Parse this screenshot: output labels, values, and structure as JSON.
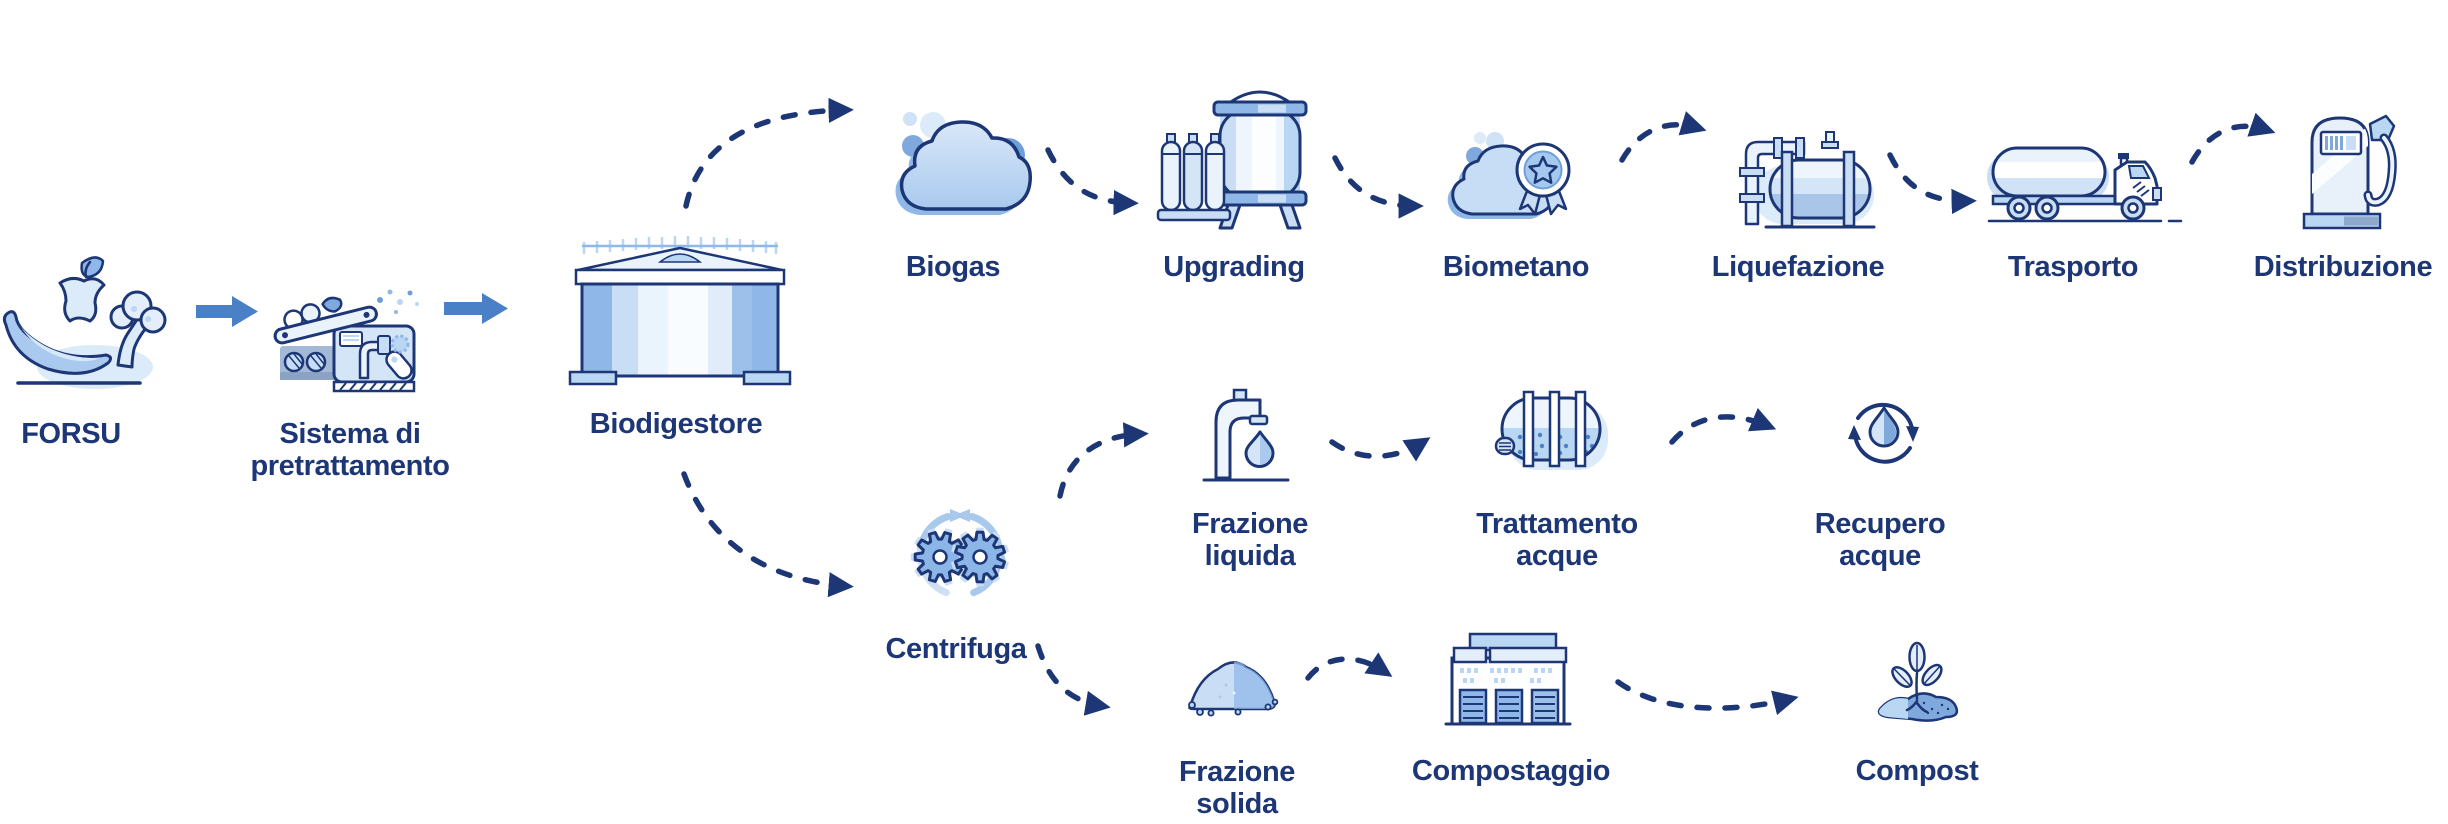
{
  "diagram_subject": "Biogas / biomethane FORSU process flow",
  "colors": {
    "text_navy": "#1d3776",
    "dashed_arrow": "#1d3776",
    "solid_arrow": "#4a80c6",
    "fill_dark_blue": "#6f9fd8",
    "fill_mid_blue": "#8fb8e8",
    "fill_light_blue": "#b9d6f2",
    "fill_pale_blue": "#d4e5f7",
    "fill_faint_blue": "#eaf2fb",
    "background": "#ffffff"
  },
  "nodes": {
    "forsu": {
      "label": "FORSU",
      "icon": "food-waste-icon"
    },
    "pretrattamento": {
      "line1": "Sistema di",
      "line2": "pretrattamento",
      "icon": "pretreatment-machine-icon"
    },
    "biodigestore": {
      "label": "Biodigestore",
      "icon": "digester-tank-icon"
    },
    "biogas": {
      "label": "Biogas",
      "icon": "gas-cloud-icon"
    },
    "upgrading": {
      "label": "Upgrading",
      "icon": "upgrading-plant-icon"
    },
    "biometano": {
      "label": "Biometano",
      "icon": "certified-gas-cloud-icon"
    },
    "liquefazione": {
      "label": "Liquefazione",
      "icon": "liquefaction-tank-icon"
    },
    "trasporto": {
      "label": "Trasporto",
      "icon": "tanker-truck-icon"
    },
    "distribuzione": {
      "label": "Distribuzione",
      "icon": "fuel-pump-icon"
    },
    "centrifuga": {
      "label": "Centrifuga",
      "icon": "centrifuge-gears-icon"
    },
    "frazione_liquida": {
      "line1": "Frazione",
      "line2": "liquida",
      "icon": "faucet-drop-icon"
    },
    "trattamento_acque": {
      "line1": "Trattamento",
      "line2": "acque",
      "icon": "water-treatment-tank-icon"
    },
    "recupero_acque": {
      "line1": "Recupero",
      "line2": "acque",
      "icon": "water-recycle-icon"
    },
    "frazione_solida": {
      "line1": "Frazione",
      "line2": "solida",
      "icon": "solid-pile-icon"
    },
    "compostaggio": {
      "label": "Compostaggio",
      "icon": "composting-plant-icon"
    },
    "compost": {
      "label": "Compost",
      "icon": "sprout-icon"
    }
  },
  "edges": [
    {
      "from": "forsu",
      "to": "pretrattamento",
      "style": "solid"
    },
    {
      "from": "pretrattamento",
      "to": "biodigestore",
      "style": "solid"
    },
    {
      "from": "biodigestore",
      "to": "biogas",
      "style": "dashed"
    },
    {
      "from": "biogas",
      "to": "upgrading",
      "style": "dashed"
    },
    {
      "from": "upgrading",
      "to": "biometano",
      "style": "dashed"
    },
    {
      "from": "biometano",
      "to": "liquefazione",
      "style": "dashed"
    },
    {
      "from": "liquefazione",
      "to": "trasporto",
      "style": "dashed"
    },
    {
      "from": "trasporto",
      "to": "distribuzione",
      "style": "dashed"
    },
    {
      "from": "biodigestore",
      "to": "centrifuga",
      "style": "dashed"
    },
    {
      "from": "centrifuga",
      "to": "frazione_liquida",
      "style": "dashed"
    },
    {
      "from": "frazione_liquida",
      "to": "trattamento_acque",
      "style": "dashed"
    },
    {
      "from": "trattamento_acque",
      "to": "recupero_acque",
      "style": "dashed"
    },
    {
      "from": "centrifuga",
      "to": "frazione_solida",
      "style": "dashed"
    },
    {
      "from": "frazione_solida",
      "to": "compostaggio",
      "style": "dashed"
    },
    {
      "from": "compostaggio",
      "to": "compost",
      "style": "dashed"
    }
  ]
}
